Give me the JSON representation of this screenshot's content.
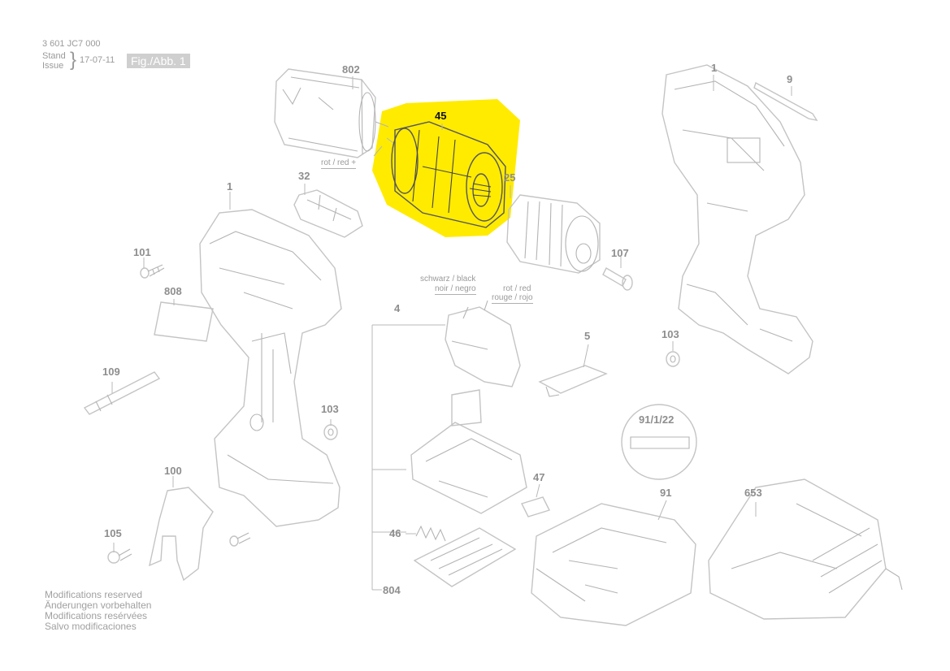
{
  "header": {
    "doc_number": "3 601 JC7 000",
    "stand_label": "Stand",
    "issue_label": "Issue",
    "date": "17-07-11",
    "figure_label": "Fig./Abb. 1"
  },
  "highlight_color": "#ffeb00",
  "labels": {
    "motor": "802",
    "gearbox": "45",
    "chuck": "25",
    "brush_holder": "32",
    "housing_left": "1",
    "housing_right": "1",
    "screw_101": "101",
    "label_808": "808",
    "bit_109": "109",
    "nut_103_left": "103",
    "nut_103_right": "103",
    "clip_100": "100",
    "screw_105": "105",
    "screw_107": "107",
    "switch_4": "4",
    "slider_5": "5",
    "part_47": "47",
    "spring_46": "46",
    "contact_804": "804",
    "part_9": "9",
    "battery_91": "91",
    "charger_653": "653",
    "callout_91_1_22": "91/1/22"
  },
  "wire_labels": {
    "motor_red": "rot / red +",
    "switch_black": "schwarz / black",
    "switch_black_2": "noir / negro",
    "switch_red": "rot / red",
    "switch_red_2": "rouge / rojo"
  },
  "footnote": [
    "Modifications reserved",
    "Änderungen vorbehalten",
    "Modifications resérvées",
    "Salvo modificaciones"
  ],
  "icons": {
    "gearbox": "gearbox-assembly-icon",
    "motor": "dc-motor-icon",
    "chuck": "keyless-chuck-icon",
    "battery": "battery-pack-icon",
    "charger": "charger-icon"
  }
}
